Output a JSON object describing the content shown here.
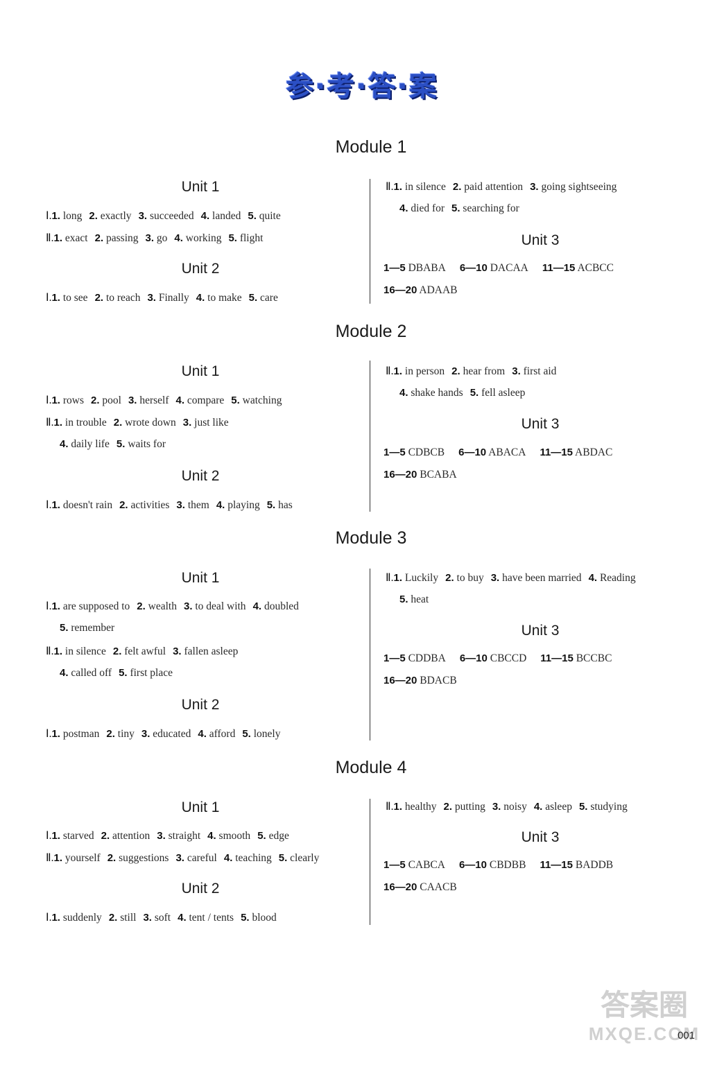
{
  "title": "参·考·答·案",
  "page_number": "001",
  "watermark": {
    "top": "答案圈",
    "bottom": "MXQE.COM"
  },
  "m1": {
    "title": "Module 1",
    "u1": {
      "title": "Unit 1",
      "r1": {
        "label": "Ⅰ.",
        "i": [
          [
            "1.",
            "long"
          ],
          [
            "2.",
            "exactly"
          ],
          [
            "3.",
            "succeeded"
          ],
          [
            "4.",
            "landed"
          ],
          [
            "5.",
            "quite"
          ]
        ]
      },
      "r2": {
        "label": "Ⅱ.",
        "i": [
          [
            "1.",
            "exact"
          ],
          [
            "2.",
            "passing"
          ],
          [
            "3.",
            "go"
          ],
          [
            "4.",
            "working"
          ],
          [
            "5.",
            "flight"
          ]
        ]
      }
    },
    "u2": {
      "title": "Unit 2",
      "r1": {
        "label": "Ⅰ.",
        "i": [
          [
            "1.",
            "to see"
          ],
          [
            "2.",
            "to reach"
          ],
          [
            "3.",
            "Finally"
          ],
          [
            "4.",
            "to make"
          ],
          [
            "5.",
            "care"
          ]
        ]
      }
    },
    "u2b": {
      "r1": {
        "label": "Ⅱ.",
        "i": [
          [
            "1.",
            "in silence"
          ],
          [
            "2.",
            "paid attention"
          ],
          [
            "3.",
            "going sightseeing"
          ],
          [
            "4.",
            "died for"
          ],
          [
            "5.",
            "searching for"
          ]
        ]
      }
    },
    "u3": {
      "title": "Unit 3",
      "i": [
        [
          "1—5",
          "DBABA"
        ],
        [
          "6—10",
          "DACAA"
        ],
        [
          "11—15",
          "ACBCC"
        ],
        [
          "16—20",
          "ADAAB"
        ]
      ]
    }
  },
  "m2": {
    "title": "Module 2",
    "u1": {
      "title": "Unit 1",
      "r1": {
        "label": "Ⅰ.",
        "i": [
          [
            "1.",
            "rows"
          ],
          [
            "2.",
            "pool"
          ],
          [
            "3.",
            "herself"
          ],
          [
            "4.",
            "compare"
          ],
          [
            "5.",
            "watching"
          ]
        ]
      },
      "r2": {
        "label": "Ⅱ.",
        "i": [
          [
            "1.",
            "in trouble"
          ],
          [
            "2.",
            "wrote down"
          ],
          [
            "3.",
            "just like"
          ],
          [
            "4.",
            "daily life"
          ],
          [
            "5.",
            "waits for"
          ]
        ]
      }
    },
    "u2": {
      "title": "Unit 2",
      "r1": {
        "label": "Ⅰ.",
        "i": [
          [
            "1.",
            "doesn't rain"
          ],
          [
            "2.",
            "activities"
          ],
          [
            "3.",
            "them"
          ],
          [
            "4.",
            "playing"
          ],
          [
            "5.",
            "has"
          ]
        ]
      }
    },
    "u2b": {
      "r1": {
        "label": "Ⅱ.",
        "i": [
          [
            "1.",
            "in person"
          ],
          [
            "2.",
            "hear from"
          ],
          [
            "3.",
            "first aid"
          ],
          [
            "4.",
            "shake hands"
          ],
          [
            "5.",
            "fell asleep"
          ]
        ]
      }
    },
    "u3": {
      "title": "Unit 3",
      "i": [
        [
          "1—5",
          "CDBCB"
        ],
        [
          "6—10",
          "ABACA"
        ],
        [
          "11—15",
          "ABDAC"
        ],
        [
          "16—20",
          "BCABA"
        ]
      ]
    }
  },
  "m3": {
    "title": "Module 3",
    "u1": {
      "title": "Unit 1",
      "r1": {
        "label": "Ⅰ.",
        "i": [
          [
            "1.",
            "are supposed to"
          ],
          [
            "2.",
            "wealth"
          ],
          [
            "3.",
            "to deal with"
          ],
          [
            "4.",
            "doubled"
          ],
          [
            "5.",
            "remember"
          ]
        ]
      },
      "r2": {
        "label": "Ⅱ.",
        "i": [
          [
            "1.",
            "in silence"
          ],
          [
            "2.",
            "felt awful"
          ],
          [
            "3.",
            "fallen asleep"
          ],
          [
            "4.",
            "called off"
          ],
          [
            "5.",
            "first place"
          ]
        ]
      }
    },
    "u2": {
      "title": "Unit 2",
      "r1": {
        "label": "Ⅰ.",
        "i": [
          [
            "1.",
            "postman"
          ],
          [
            "2.",
            "tiny"
          ],
          [
            "3.",
            "educated"
          ],
          [
            "4.",
            "afford"
          ],
          [
            "5.",
            "lonely"
          ]
        ]
      }
    },
    "u2b": {
      "r1": {
        "label": "Ⅱ.",
        "i": [
          [
            "1.",
            "Luckily"
          ],
          [
            "2.",
            "to buy"
          ],
          [
            "3.",
            "have been married"
          ],
          [
            "4.",
            "Reading"
          ],
          [
            "5.",
            "heat"
          ]
        ]
      }
    },
    "u3": {
      "title": "Unit 3",
      "i": [
        [
          "1—5",
          "CDDBA"
        ],
        [
          "6—10",
          "CBCCD"
        ],
        [
          "11—15",
          "BCCBC"
        ],
        [
          "16—20",
          "BDACB"
        ]
      ]
    }
  },
  "m4": {
    "title": "Module 4",
    "u1": {
      "title": "Unit 1",
      "r1": {
        "label": "Ⅰ.",
        "i": [
          [
            "1.",
            "starved"
          ],
          [
            "2.",
            "attention"
          ],
          [
            "3.",
            "straight"
          ],
          [
            "4.",
            "smooth"
          ],
          [
            "5.",
            "edge"
          ]
        ]
      },
      "r2": {
        "label": "Ⅱ.",
        "i": [
          [
            "1.",
            "yourself"
          ],
          [
            "2.",
            "suggestions"
          ],
          [
            "3.",
            "careful"
          ],
          [
            "4.",
            "teaching"
          ],
          [
            "5.",
            "clearly"
          ]
        ]
      }
    },
    "u2": {
      "title": "Unit 2",
      "r1": {
        "label": "Ⅰ.",
        "i": [
          [
            "1.",
            "suddenly"
          ],
          [
            "2.",
            "still"
          ],
          [
            "3.",
            "soft"
          ],
          [
            "4.",
            "tent / tents"
          ],
          [
            "5.",
            "blood"
          ]
        ]
      }
    },
    "u2b": {
      "r1": {
        "label": "Ⅱ.",
        "i": [
          [
            "1.",
            "healthy"
          ],
          [
            "2.",
            "putting"
          ],
          [
            "3.",
            "noisy"
          ],
          [
            "4.",
            "asleep"
          ],
          [
            "5.",
            "studying"
          ]
        ]
      }
    },
    "u3": {
      "title": "Unit 3",
      "i": [
        [
          "1—5",
          "CABCA"
        ],
        [
          "6—10",
          "CBDBB"
        ],
        [
          "11—15",
          "BADDB"
        ],
        [
          "16—20",
          "CAACB"
        ]
      ]
    }
  }
}
